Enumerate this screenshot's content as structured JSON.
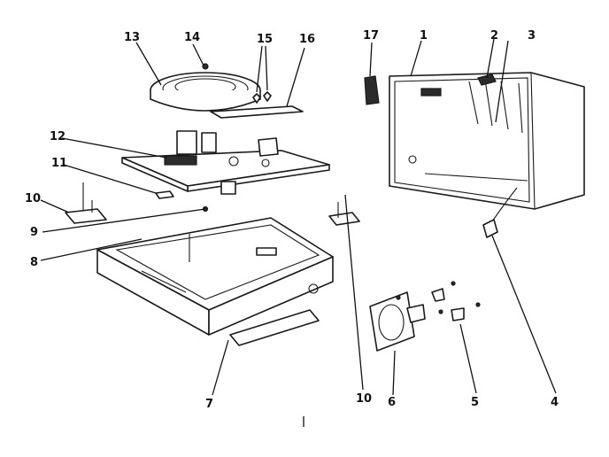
{
  "callouts": {
    "n1": "1",
    "n2": "2",
    "n3": "3",
    "n4": "4",
    "n5": "5",
    "n6": "6",
    "n7": "7",
    "n8": "8",
    "n9": "9",
    "n10_left": "10",
    "n10_bottom": "10",
    "n11": "11",
    "n12": "12",
    "n13": "13",
    "n14": "14",
    "n15": "15",
    "n16": "16",
    "n17": "17"
  },
  "colors": {
    "ink": "#1a1a1a",
    "paper": "#ffffff"
  }
}
